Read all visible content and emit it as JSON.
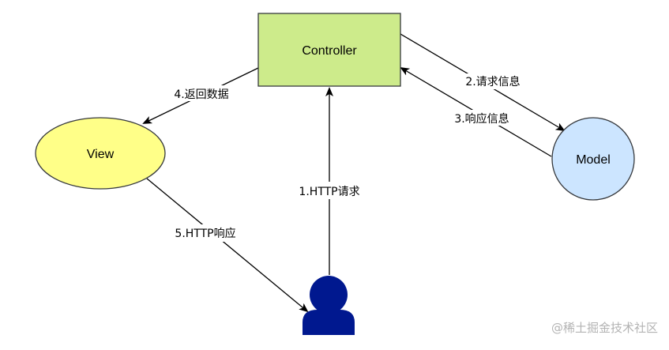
{
  "nodes": {
    "controller": {
      "label": "Controller",
      "fill": "#cdeb8b",
      "stroke": "#36393d"
    },
    "view": {
      "label": "View",
      "fill": "#ffff88",
      "stroke": "#36393d"
    },
    "model": {
      "label": "Model",
      "fill": "#cce5ff",
      "stroke": "#36393d"
    },
    "user": {
      "icon": "user-icon",
      "color": "#00188f"
    }
  },
  "edges": {
    "http_request": "1.HTTP请求",
    "request_info": "2.请求信息",
    "response_info": "3.响应信息",
    "return_data": "4.返回数据",
    "http_response": "5.HTTP响应"
  },
  "watermark": "@稀土掘金技术社区"
}
